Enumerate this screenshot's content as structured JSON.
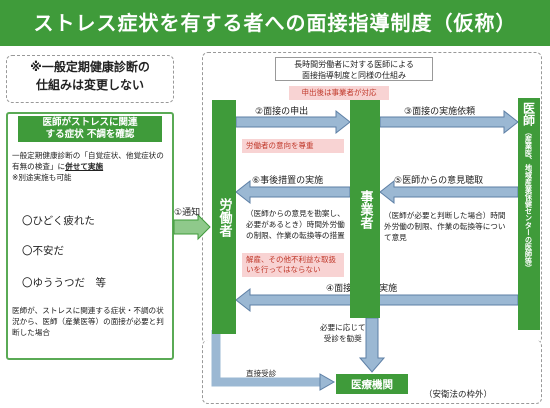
{
  "title": "ストレス症状を有する者への面接指導制度（仮称）",
  "left": {
    "header": "※一般定期健康診断の\n仕組みは変更しない",
    "greenbox_title": "医師がストレスに関連\nする症状 不調を確認",
    "exam_text": "一般定期健康診断の「自覚症状、他覚症状の有無の検査」に",
    "exam_emph": "併せて実施",
    "exam_note": "※別途実施も可能",
    "symptoms": [
      "〇ひどく疲れた",
      "〇不安だ",
      "〇ゆううつだ　等"
    ],
    "bottom_text": "医師が、ストレスに関連する症状・不調の状況から、医師（産業医等）の面接が必要と判断した場合"
  },
  "middle": {
    "top_note": "長時間労働者に対する医師による\n面接指導制度と同様の仕組み",
    "after_note": "申出後は事業者が対応",
    "notify": "①通知",
    "worker": "労働者",
    "employer": "事業者",
    "doctor_title": "医師",
    "doctor_sub": "（産業医、地域産業保健センターの医師等）",
    "step2": "②面接の申出",
    "step2_note": "労働者の意向を尊重",
    "step3": "③面接の実施依頼",
    "step4": "④面接指導の実施",
    "step5": "⑤医師からの意見聴取",
    "step5_detail": "（医師が必要と判断した場合）時間外労働の制限、作業の転換等について意見",
    "step6": "⑥事後措置の実施",
    "step6_detail": "（医師からの意見を勘案し、必要があるとき）時間外労働の制限、作業の転換等の措置",
    "step6_warning": "解雇、その他不利益な取扱いを行ってはならない",
    "referral": "必要に応じて\n受診を勧奨",
    "direct": "直接受診",
    "hospital": "医療機関",
    "outside": "（安衛法の枠外）"
  }
}
